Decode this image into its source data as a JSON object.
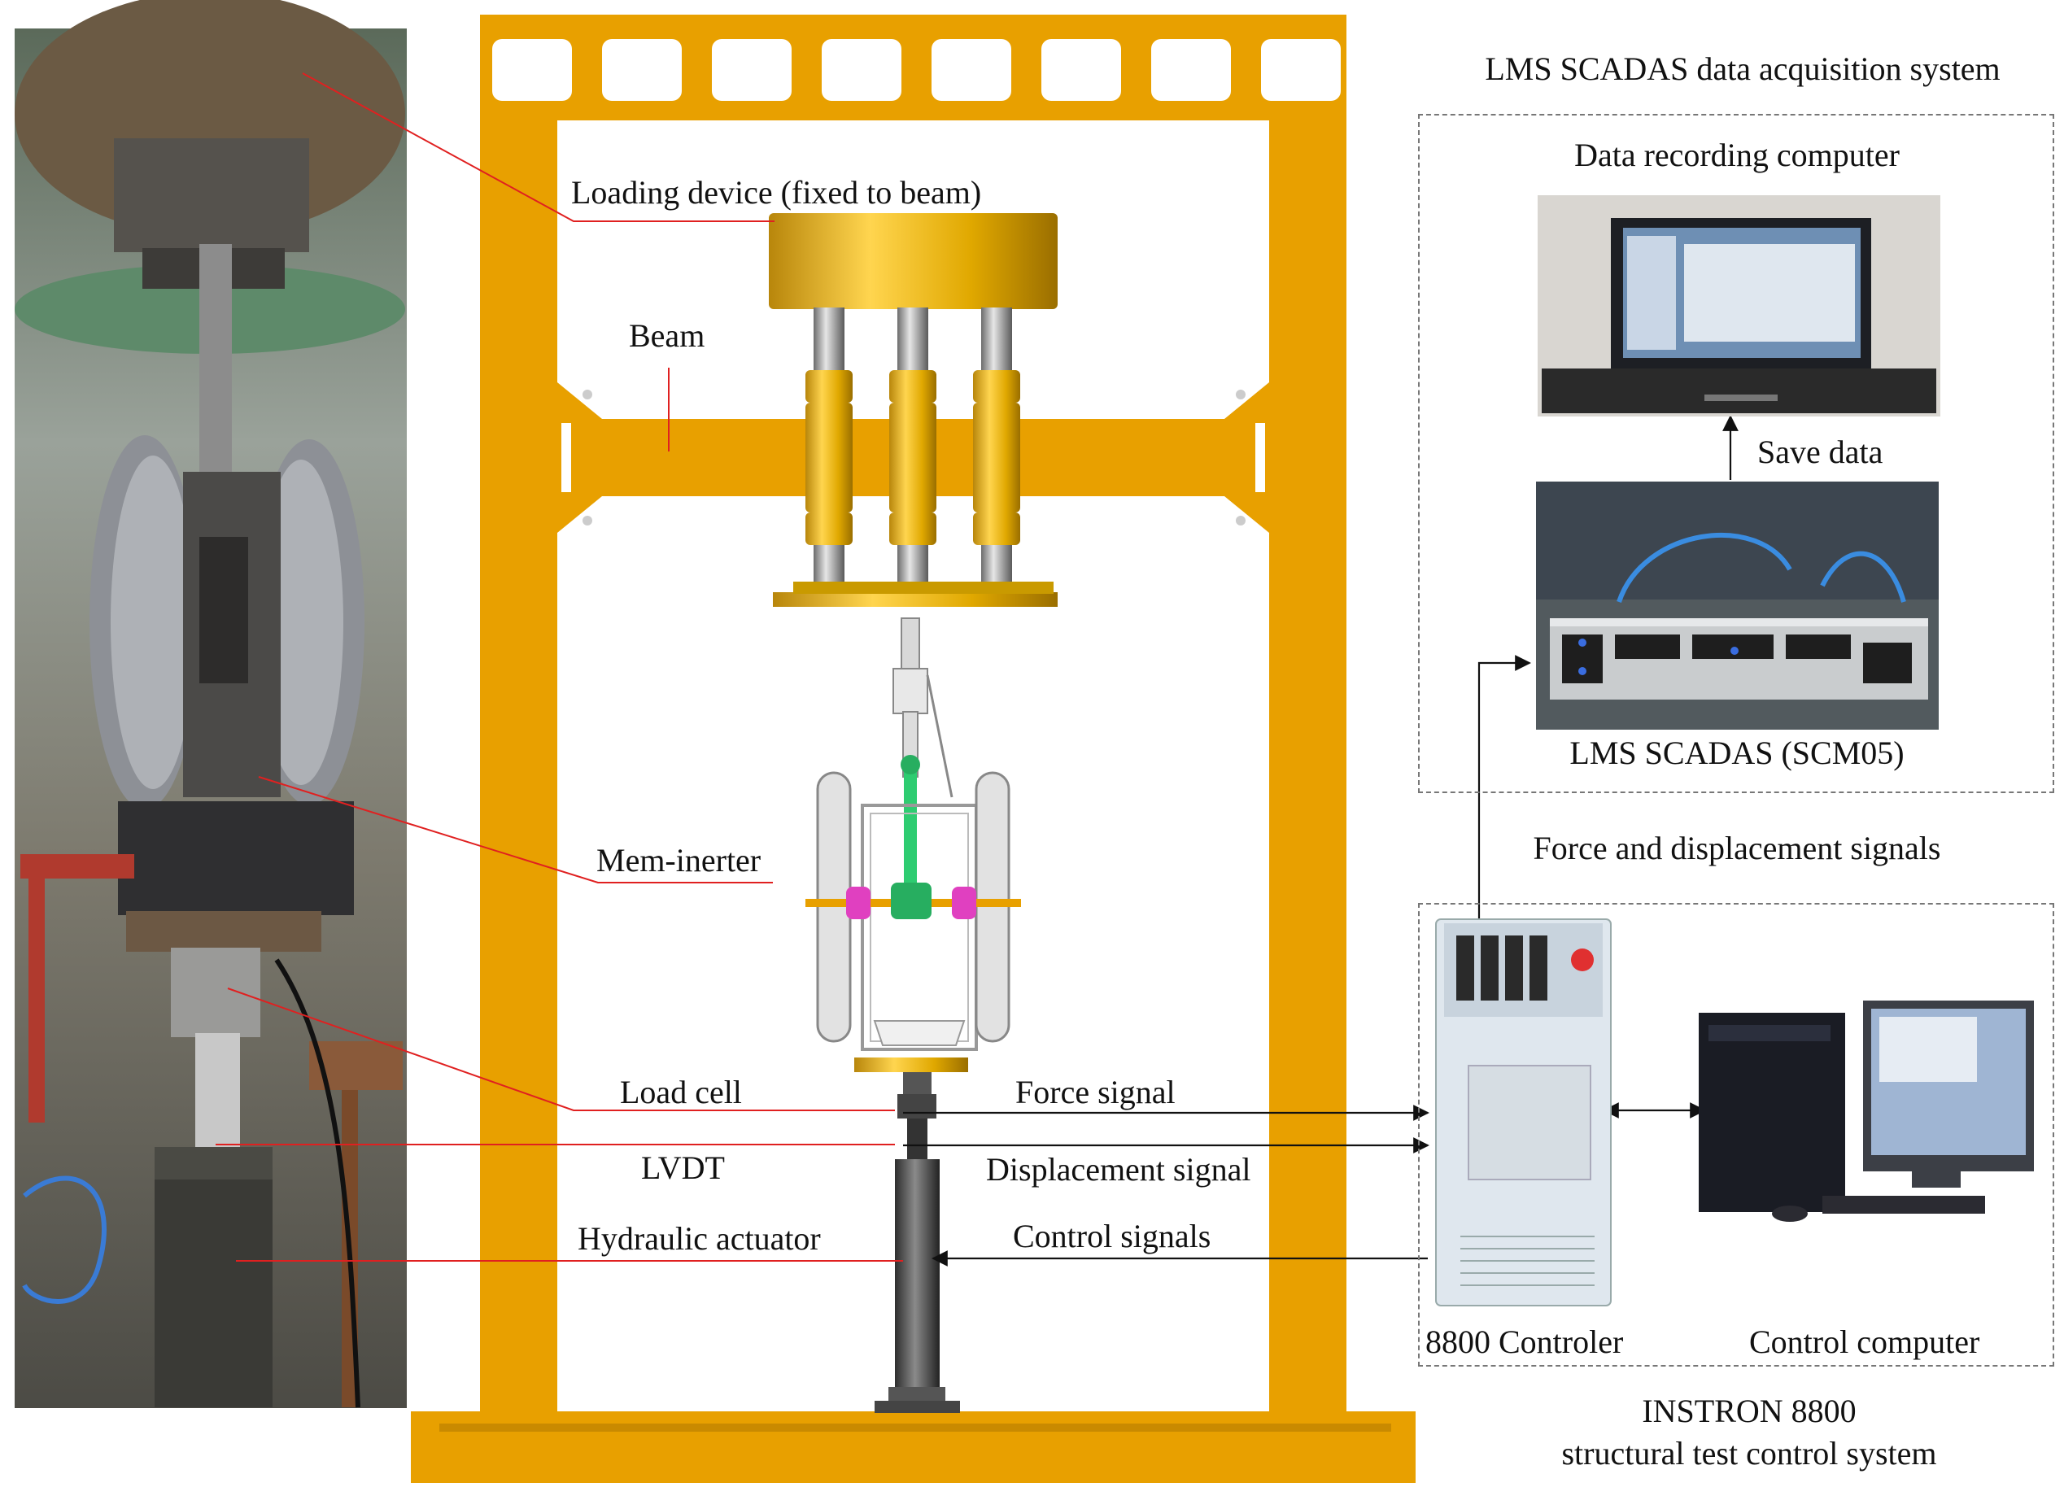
{
  "labels": {
    "loading_device": "Loading device (fixed to beam)",
    "beam": "Beam",
    "mem_inerter": "Mem-inerter",
    "load_cell": "Load cell",
    "lvdt": "LVDT",
    "hydraulic_actuator": "Hydraulic actuator"
  },
  "signals": {
    "force": "Force signal",
    "displacement": "Displacement signal",
    "control": "Control signals",
    "force_and_displacement": "Force and displacement signals",
    "save_data": "Save data"
  },
  "daq": {
    "title": "LMS SCADAS data acquisition system",
    "computer": "Data recording computer",
    "unit": "LMS SCADAS (SCM05)"
  },
  "instron": {
    "controller": "8800 Controler",
    "computer": "Control computer",
    "title_line1": "INSTRON 8800",
    "title_line2": "structural test control system"
  },
  "colors": {
    "frame": "#e8a000",
    "leader_line": "#e02020",
    "arrow": "#111111",
    "gold": "#d4a017",
    "green_linkage": "#2ecc71",
    "magenta_part": "#e040c0",
    "dash_border": "#777777"
  }
}
